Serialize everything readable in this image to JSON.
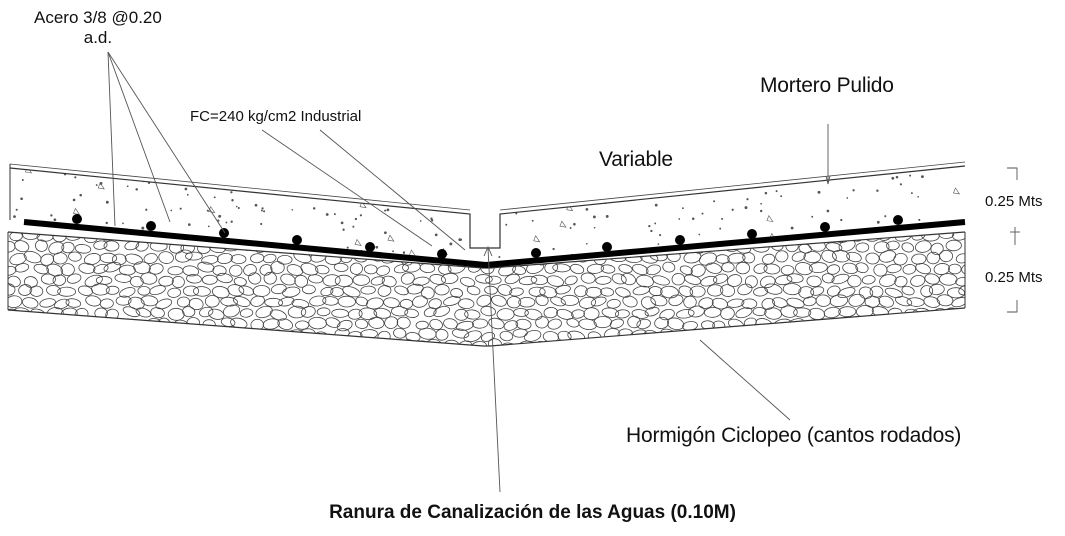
{
  "labels": {
    "acero_line1": "Acero 3/8 @0.20",
    "acero_line2": "a.d.",
    "concrete": "FC=240 kg/cm2 Industrial",
    "mortar": "Mortero Pulido",
    "variable": "Variable",
    "dim_slab": "0.25 Mts",
    "dim_base": "0.25 Mts",
    "base": "Hormigón Ciclopeo (cantos rodados)",
    "groove": "Ranura de Canalización de las Aguas (0.10M)"
  },
  "colors": {
    "line": "#333333",
    "rebar": "#000000",
    "background": "#ffffff"
  }
}
